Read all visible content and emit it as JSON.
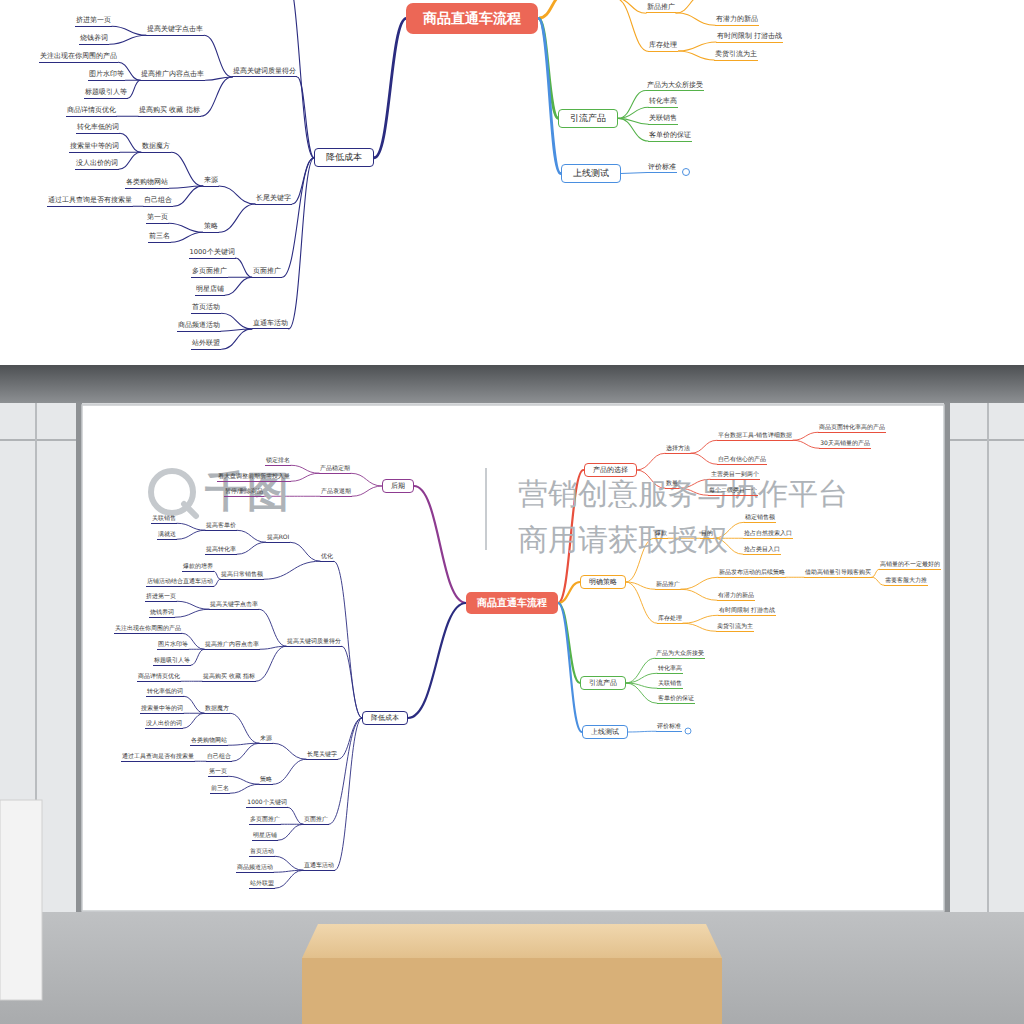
{
  "diagram": {
    "nodes": [
      {
        "text": [
          "商品直通车流程"
        ]
      },
      {
        "text": [
          "产品的选择"
        ]
      },
      {
        "text": [
          "选择方法"
        ]
      },
      {
        "text": [
          "平台数据工具-销售详细数据"
        ]
      },
      {
        "text": [
          "商品页面转化率高的产品"
        ]
      },
      {
        "text": [
          "30天高销量的产品"
        ]
      },
      {
        "text": [
          "自己有信心的产品"
        ]
      },
      {
        "text": [
          "数量"
        ]
      },
      {
        "text": [
          "主营类目一到两个"
        ]
      },
      {
        "text": [
          "每个二级类目一个"
        ]
      },
      {
        "text": [
          "明确策略"
        ]
      },
      {
        "text": [
          "爆款"
        ]
      },
      {
        "text": [
          "目的"
        ]
      },
      {
        "text": [
          "稳定销售额"
        ]
      },
      {
        "text": [
          "抢占自然搜索入口"
        ]
      },
      {
        "text": [
          "抢占类目入口"
        ]
      },
      {
        "text": [
          "新品推广"
        ]
      },
      {
        "text": [
          "新品发布活动的后续策略"
        ]
      },
      {
        "text": [
          "借助高销量引导顾客购买"
        ]
      },
      {
        "text": [
          "高销量的不一定最好的"
        ]
      },
      {
        "text": [
          "需要客服大力推"
        ]
      },
      {
        "text": [
          "有潜力的新品"
        ]
      },
      {
        "text": [
          "库存处理"
        ]
      },
      {
        "text": [
          "有时间限制 打游击战"
        ]
      },
      {
        "text": [
          "卖货引流为主"
        ]
      },
      {
        "text": [
          "引流产品"
        ]
      },
      {
        "text": [
          "产品为大众所接受"
        ]
      },
      {
        "text": [
          "转化率高"
        ]
      },
      {
        "text": [
          "关联销售"
        ]
      },
      {
        "text": [
          "客单价的保证"
        ]
      },
      {
        "text": [
          "上线测试"
        ]
      },
      {
        "text": [
          "评价标准"
        ]
      },
      {
        "text": [
          "后期"
        ]
      },
      {
        "text": [
          "产品稳定期"
        ]
      },
      {
        "text": [
          "锁定排名"
        ]
      },
      {
        "text": [
          "看大盘调整前期所需投入量"
        ]
      },
      {
        "text": [
          "产品衰退期"
        ]
      },
      {
        "text": [
          "暂停/删除商品"
        ]
      },
      {
        "text": [
          "降低成本"
        ]
      },
      {
        "text": [
          "优化"
        ]
      },
      {
        "text": [
          "提高ROI"
        ]
      },
      {
        "text": [
          "提高客单价"
        ]
      },
      {
        "text": [
          "关联销售"
        ]
      },
      {
        "text": [
          "满就送"
        ]
      },
      {
        "text": [
          "提高转化率"
        ]
      },
      {
        "text": [
          "提高日常销售额"
        ]
      },
      {
        "text": [
          "爆款的培养"
        ]
      },
      {
        "text": [
          "店铺活动结合直通车活动"
        ]
      },
      {
        "text": [
          "提高关键词质量得分"
        ]
      },
      {
        "text": [
          "提高关键字点击率"
        ]
      },
      {
        "text": [
          "挤进第一页"
        ]
      },
      {
        "text": [
          "烧钱养词"
        ]
      },
      {
        "text": [
          "提高推广内容点击率"
        ]
      },
      {
        "text": [
          "关注出现在你周围的产品"
        ]
      },
      {
        "text": [
          "图片水印等"
        ]
      },
      {
        "text": [
          "标题吸引人等"
        ]
      },
      {
        "text": [
          "提高购买 收藏 指标"
        ]
      },
      {
        "text": [
          "商品详情页优化"
        ]
      },
      {
        "text": [
          "长尾关键字"
        ]
      },
      {
        "text": [
          "来源"
        ]
      },
      {
        "text": [
          "数据魔方"
        ]
      },
      {
        "text": [
          "转化率低的词"
        ]
      },
      {
        "text": [
          "搜索量中等的词"
        ]
      },
      {
        "text": [
          "没人出价的词"
        ]
      },
      {
        "text": [
          "各类购物网站"
        ]
      },
      {
        "text": [
          "自己组合"
        ]
      },
      {
        "text": [
          "通过工具查询是否有搜索量"
        ]
      },
      {
        "text": [
          "策略"
        ]
      },
      {
        "text": [
          "第一页"
        ]
      },
      {
        "text": [
          "前三名"
        ]
      },
      {
        "text": [
          "页面推广"
        ]
      },
      {
        "text": [
          "1000个关键词"
        ]
      },
      {
        "text": [
          "多页面推广"
        ]
      },
      {
        "text": [
          "明星店铺"
        ]
      },
      {
        "text": [
          "直通车活动"
        ]
      },
      {
        "text": [
          "首页活动"
        ]
      },
      {
        "text": [
          "商品频道活动"
        ]
      },
      {
        "text": [
          "站外联盟"
        ]
      },
      {
        "text": [
          "商品直通车流程"
        ]
      },
      {
        "text": [
          "新品推广"
        ]
      },
      {
        "text": [
          "有潜力的新品"
        ]
      },
      {
        "text": [
          "库存处理"
        ]
      },
      {
        "text": [
          "有时间限制 打游击战"
        ]
      },
      {
        "text": [
          "卖货引流为主"
        ]
      },
      {
        "text": [
          "引流产品"
        ]
      },
      {
        "text": [
          "产品为大众所接受"
        ]
      },
      {
        "text": [
          "转化率高"
        ]
      },
      {
        "text": [
          "关联销售"
        ]
      },
      {
        "text": [
          "客单价的保证"
        ]
      },
      {
        "text": [
          "上线测试"
        ]
      },
      {
        "text": [
          "评价标准"
        ]
      },
      {
        "text": [
          "降低成本"
        ]
      },
      {
        "text": [
          "提高关键词质量得分"
        ]
      },
      {
        "text": [
          "提高关键字点击率"
        ]
      },
      {
        "text": [
          "挤进第一页"
        ]
      },
      {
        "text": [
          "烧钱养词"
        ]
      },
      {
        "text": [
          "提高推广内容点击率"
        ]
      },
      {
        "text": [
          "关注出现在你周围的产品"
        ]
      },
      {
        "text": [
          "图片水印等"
        ]
      },
      {
        "text": [
          "标题吸引人等"
        ]
      },
      {
        "text": [
          "提高购买 收藏 指标"
        ]
      },
      {
        "text": [
          "商品详情页优化"
        ]
      },
      {
        "text": [
          "长尾关键字"
        ]
      },
      {
        "text": [
          "来源"
        ]
      },
      {
        "text": [
          "数据魔方"
        ]
      },
      {
        "text": [
          "转化率低的词"
        ]
      },
      {
        "text": [
          "搜索量中等的词"
        ]
      },
      {
        "text": [
          "没人出价的词"
        ]
      },
      {
        "text": [
          "各类购物网站"
        ]
      },
      {
        "text": [
          "自己组合"
        ]
      },
      {
        "text": [
          "通过工具查询是否有搜索量"
        ]
      },
      {
        "text": [
          "策略"
        ]
      },
      {
        "text": [
          "第一页"
        ]
      },
      {
        "text": [
          "前三名"
        ]
      },
      {
        "text": [
          "页面推广"
        ]
      },
      {
        "text": [
          "1000个关键词"
        ]
      },
      {
        "text": [
          "多页面推广"
        ]
      },
      {
        "text": [
          "明星店铺"
        ]
      },
      {
        "text": [
          "直通车活动"
        ]
      },
      {
        "text": [
          "首页活动"
        ]
      },
      {
        "text": [
          "商品频道活动"
        ]
      },
      {
        "text": [
          "站外联盟"
        ]
      }
    ],
    "edges": [
      {
        "from": 0,
        "to": 1,
        "arrow": "none"
      },
      {
        "from": 1,
        "to": 2,
        "arrow": "none"
      },
      {
        "from": 2,
        "to": 3,
        "arrow": "none"
      },
      {
        "from": 3,
        "to": 4,
        "arrow": "none"
      },
      {
        "from": 3,
        "to": 5,
        "arrow": "none"
      },
      {
        "from": 2,
        "to": 6,
        "arrow": "none"
      },
      {
        "from": 1,
        "to": 7,
        "arrow": "none"
      },
      {
        "from": 7,
        "to": 8,
        "arrow": "none"
      },
      {
        "from": 7,
        "to": 9,
        "arrow": "none"
      },
      {
        "from": 0,
        "to": 10,
        "arrow": "none"
      },
      {
        "from": 10,
        "to": 11,
        "arrow": "none"
      },
      {
        "from": 11,
        "to": 12,
        "arrow": "none"
      },
      {
        "from": 12,
        "to": 13,
        "arrow": "none"
      },
      {
        "from": 12,
        "to": 14,
        "arrow": "none"
      },
      {
        "from": 12,
        "to": 15,
        "arrow": "none"
      },
      {
        "from": 10,
        "to": 16,
        "arrow": "none"
      },
      {
        "from": 16,
        "to": 17,
        "arrow": "none"
      },
      {
        "from": 17,
        "to": 18,
        "arrow": "none"
      },
      {
        "from": 18,
        "to": 19,
        "arrow": "none"
      },
      {
        "from": 18,
        "to": 20,
        "arrow": "none"
      },
      {
        "from": 16,
        "to": 21,
        "arrow": "none"
      },
      {
        "from": 10,
        "to": 22,
        "arrow": "none"
      },
      {
        "from": 22,
        "to": 23,
        "arrow": "none"
      },
      {
        "from": 22,
        "to": 24,
        "arrow": "none"
      },
      {
        "from": 0,
        "to": 25,
        "arrow": "none"
      },
      {
        "from": 25,
        "to": 26,
        "arrow": "none"
      },
      {
        "from": 25,
        "to": 27,
        "arrow": "none"
      },
      {
        "from": 25,
        "to": 28,
        "arrow": "none"
      },
      {
        "from": 25,
        "to": 29,
        "arrow": "none"
      },
      {
        "from": 0,
        "to": 30,
        "arrow": "none"
      },
      {
        "from": 30,
        "to": 31,
        "arrow": "none"
      },
      {
        "from": 0,
        "to": 32,
        "arrow": "none"
      },
      {
        "from": 32,
        "to": 33,
        "arrow": "none"
      },
      {
        "from": 33,
        "to": 34,
        "arrow": "none"
      },
      {
        "from": 33,
        "to": 35,
        "arrow": "none"
      },
      {
        "from": 32,
        "to": 36,
        "arrow": "none"
      },
      {
        "from": 36,
        "to": 37,
        "arrow": "none"
      },
      {
        "from": 0,
        "to": 38,
        "arrow": "none"
      },
      {
        "from": 38,
        "to": 39,
        "arrow": "none"
      },
      {
        "from": 39,
        "to": 40,
        "arrow": "none"
      },
      {
        "from": 40,
        "to": 41,
        "arrow": "none"
      },
      {
        "from": 41,
        "to": 42,
        "arrow": "none"
      },
      {
        "from": 41,
        "to": 43,
        "arrow": "none"
      },
      {
        "from": 40,
        "to": 44,
        "arrow": "none"
      },
      {
        "from": 39,
        "to": 45,
        "arrow": "none"
      },
      {
        "from": 45,
        "to": 46,
        "arrow": "none"
      },
      {
        "from": 45,
        "to": 47,
        "arrow": "none"
      },
      {
        "from": 38,
        "to": 48,
        "arrow": "none"
      },
      {
        "from": 48,
        "to": 49,
        "arrow": "none"
      },
      {
        "from": 49,
        "to": 50,
        "arrow": "none"
      },
      {
        "from": 49,
        "to": 51,
        "arrow": "none"
      },
      {
        "from": 48,
        "to": 52,
        "arrow": "none"
      },
      {
        "from": 52,
        "to": 53,
        "arrow": "none"
      },
      {
        "from": 52,
        "to": 54,
        "arrow": "none"
      },
      {
        "from": 52,
        "to": 55,
        "arrow": "none"
      },
      {
        "from": 48,
        "to": 56,
        "arrow": "none"
      },
      {
        "from": 56,
        "to": 57,
        "arrow": "none"
      },
      {
        "from": 38,
        "to": 58,
        "arrow": "none"
      },
      {
        "from": 58,
        "to": 59,
        "arrow": "none"
      },
      {
        "from": 59,
        "to": 60,
        "arrow": "none"
      },
      {
        "from": 60,
        "to": 61,
        "arrow": "none"
      },
      {
        "from": 60,
        "to": 62,
        "arrow": "none"
      },
      {
        "from": 60,
        "to": 63,
        "arrow": "none"
      },
      {
        "from": 59,
        "to": 64,
        "arrow": "none"
      },
      {
        "from": 59,
        "to": 65,
        "arrow": "none"
      },
      {
        "from": 65,
        "to": 66,
        "arrow": "none"
      },
      {
        "from": 58,
        "to": 67,
        "arrow": "none"
      },
      {
        "from": 67,
        "to": 68,
        "arrow": "none"
      },
      {
        "from": 67,
        "to": 69,
        "arrow": "none"
      },
      {
        "from": 38,
        "to": 70,
        "arrow": "none"
      },
      {
        "from": 70,
        "to": 71,
        "arrow": "none"
      },
      {
        "from": 70,
        "to": 72,
        "arrow": "none"
      },
      {
        "from": 70,
        "to": 73,
        "arrow": "none"
      },
      {
        "from": 38,
        "to": 74,
        "arrow": "none"
      },
      {
        "from": 74,
        "to": 75,
        "arrow": "none"
      },
      {
        "from": 74,
        "to": 76,
        "arrow": "none"
      },
      {
        "from": 74,
        "to": 77,
        "arrow": "none"
      },
      {
        "from": 78,
        "to": 84,
        "arrow": "none"
      },
      {
        "from": 78,
        "to": 89,
        "arrow": "none"
      },
      {
        "from": 78,
        "to": 91,
        "arrow": "none"
      },
      {
        "from": 79,
        "to": 80,
        "arrow": "none"
      },
      {
        "from": 81,
        "to": 82,
        "arrow": "none"
      },
      {
        "from": 81,
        "to": 83,
        "arrow": "none"
      },
      {
        "from": 84,
        "to": 85,
        "arrow": "none"
      },
      {
        "from": 84,
        "to": 86,
        "arrow": "none"
      },
      {
        "from": 84,
        "to": 87,
        "arrow": "none"
      },
      {
        "from": 84,
        "to": 88,
        "arrow": "none"
      },
      {
        "from": 89,
        "to": 90,
        "arrow": "none"
      },
      {
        "from": 91,
        "to": 92,
        "arrow": "none"
      },
      {
        "from": 91,
        "to": 102,
        "arrow": "none"
      },
      {
        "from": 91,
        "to": 114,
        "arrow": "none"
      },
      {
        "from": 91,
        "to": 118,
        "arrow": "none"
      },
      {
        "from": 92,
        "to": 93,
        "arrow": "none"
      },
      {
        "from": 92,
        "to": 96,
        "arrow": "none"
      },
      {
        "from": 92,
        "to": 100,
        "arrow": "none"
      },
      {
        "from": 93,
        "to": 94,
        "arrow": "none"
      },
      {
        "from": 93,
        "to": 95,
        "arrow": "none"
      },
      {
        "from": 96,
        "to": 97,
        "arrow": "none"
      },
      {
        "from": 96,
        "to": 98,
        "arrow": "none"
      },
      {
        "from": 96,
        "to": 99,
        "arrow": "none"
      },
      {
        "from": 100,
        "to": 101,
        "arrow": "none"
      },
      {
        "from": 102,
        "to": 103,
        "arrow": "none"
      },
      {
        "from": 102,
        "to": 111,
        "arrow": "none"
      },
      {
        "from": 103,
        "to": 104,
        "arrow": "none"
      },
      {
        "from": 103,
        "to": 108,
        "arrow": "none"
      },
      {
        "from": 103,
        "to": 109,
        "arrow": "none"
      },
      {
        "from": 104,
        "to": 105,
        "arrow": "none"
      },
      {
        "from": 104,
        "to": 106,
        "arrow": "none"
      },
      {
        "from": 104,
        "to": 107,
        "arrow": "none"
      },
      {
        "from": 109,
        "to": 110,
        "arrow": "none"
      },
      {
        "from": 111,
        "to": 112,
        "arrow": "none"
      },
      {
        "from": 111,
        "to": 113,
        "arrow": "none"
      },
      {
        "from": 114,
        "to": 115,
        "arrow": "none"
      },
      {
        "from": 114,
        "to": 116,
        "arrow": "none"
      },
      {
        "from": 114,
        "to": 117,
        "arrow": "none"
      },
      {
        "from": 118,
        "to": 119,
        "arrow": "none"
      },
      {
        "from": 118,
        "to": 120,
        "arrow": "none"
      },
      {
        "from": 118,
        "to": 121,
        "arrow": "none"
      }
    ],
    "labels": [
      "千图",
      "营销创意服务与协作平台",
      "商用请获取授权"
    ]
  }
}
